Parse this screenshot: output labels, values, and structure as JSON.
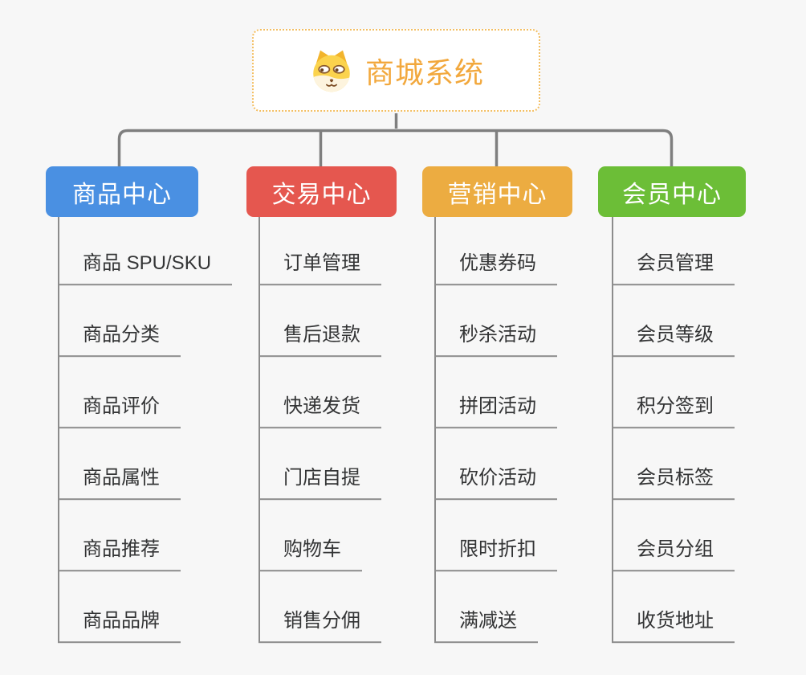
{
  "root": {
    "title": "商城系统",
    "icon": "dog-face-icon",
    "title_color": "#f2a83d",
    "border_color": "#f3be62"
  },
  "palette": {
    "background": "#f7f7f7",
    "connector": "#7f7f7f",
    "branch_line": "#8c8c8c",
    "leaf_text": "#333435"
  },
  "branches": [
    {
      "label": "商品中心",
      "color": "#4a90e2",
      "items": [
        "商品 SPU/SKU",
        "商品分类",
        "商品评价",
        "商品属性",
        "商品推荐",
        "商品品牌"
      ]
    },
    {
      "label": "交易中心",
      "color": "#e5574f",
      "items": [
        "订单管理",
        "售后退款",
        "快递发货",
        "门店自提",
        "购物车",
        "销售分佣"
      ]
    },
    {
      "label": "营销中心",
      "color": "#ecac41",
      "items": [
        "优惠券码",
        "秒杀活动",
        "拼团活动",
        "砍价活动",
        "限时折扣",
        "满减送"
      ]
    },
    {
      "label": "会员中心",
      "color": "#6cbe37",
      "items": [
        "会员管理",
        "会员等级",
        "积分签到",
        "会员标签",
        "会员分组",
        "收货地址"
      ]
    }
  ]
}
